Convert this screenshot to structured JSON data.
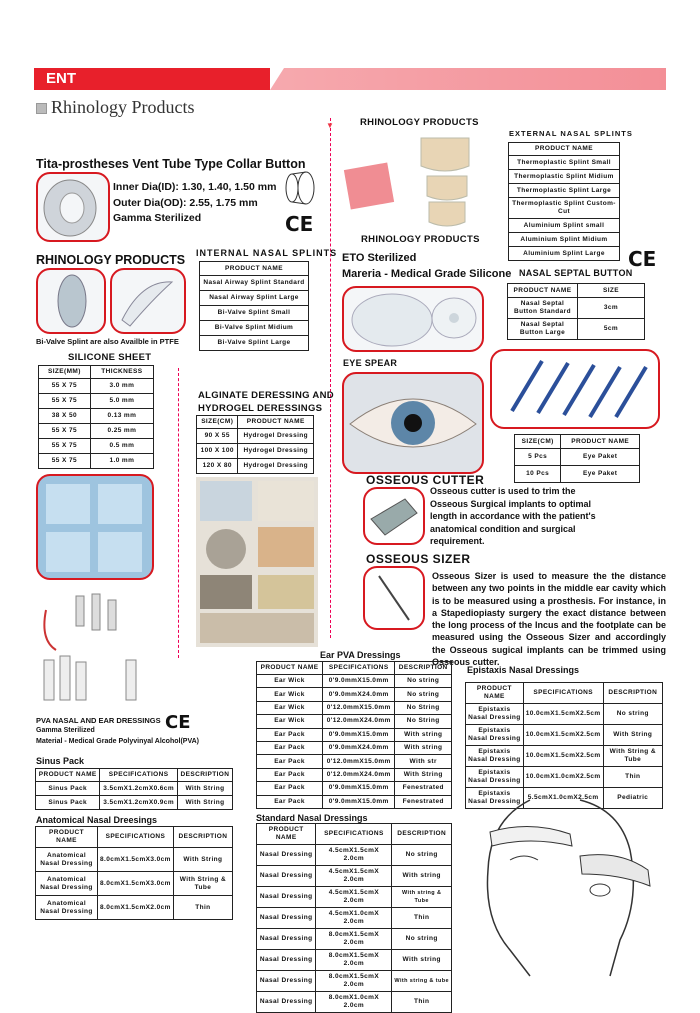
{
  "header": {
    "ent": "ENT",
    "section_title": "Rhinology Products"
  },
  "vent_tube": {
    "title": "Tita-prostheses Vent Tube Type Collar Button",
    "line1": "Inner Dia(ID): 1.30, 1.40, 1.50 mm",
    "line2": "Outer Dia(OD): 2.55, 1.75 mm",
    "line3": "Gamma Sterilized"
  },
  "ce_mark": "CE",
  "rhino_left": {
    "title": "RHINOLOGY PRODUCTS",
    "caption": "Bi-Valve Splint are also Availble in PTFE"
  },
  "internal_splints": {
    "title": "INTERNAL NASAL SPLINTS",
    "header": "PRODUCT NAME",
    "rows": [
      "Nasal Airway Splint Standard",
      "Nasal Airway Splint Large",
      "Bi-Valve Splint Small",
      "Bi-Valve Splint Midium",
      "Bi-Valve Splint Large"
    ]
  },
  "silicone_sheet": {
    "title": "SILICONE SHEET",
    "headers": [
      "SIZE(MM)",
      "THICKNESS"
    ],
    "rows": [
      [
        "55 X 75",
        "3.0 mm"
      ],
      [
        "55 X 75",
        "5.0 mm"
      ],
      [
        "38 X 50",
        "0.13 mm"
      ],
      [
        "55 X 75",
        "0.25 mm"
      ],
      [
        "55 X 75",
        "0.5 mm"
      ],
      [
        "55 X 75",
        "1.0 mm"
      ]
    ]
  },
  "alginate": {
    "title1": "ALGINATE DERESSING AND",
    "title2": "HYDROGEL DERESSINGS",
    "headers": [
      "SIZE(CM)",
      "PRODUCT NAME"
    ],
    "rows": [
      [
        "90 X 55",
        "Hydrogel Dressing"
      ],
      [
        "100 X 100",
        "Hydrogel Dressing"
      ],
      [
        "120 X 80",
        "Hydrogel Dressing"
      ]
    ]
  },
  "rhino_right": {
    "top_title": "RHINOLOGY PRODUCTS",
    "bottom_title": "RHINOLOGY PRODUCTS"
  },
  "external_splints": {
    "title": "EXTERNAL NASAL SPLINTS",
    "header": "PRODUCT NAME",
    "rows": [
      "Thermoplastic Splint Small",
      "Thermoplastic Splint Midium",
      "Thermoplastic Splint Large",
      "Thermoplastic Splint Custom-Cut",
      "Aluminium Splint small",
      "Aluminium Splint Midium",
      "Aluminium Splint Large"
    ]
  },
  "eto": {
    "line1": "ETO Sterilized",
    "line2": "Mareria - Medical Grade Silicone"
  },
  "septal_button": {
    "title": "NASAL SEPTAL BUTTON",
    "headers": [
      "PRODUCT NAME",
      "SIZE"
    ],
    "rows": [
      [
        "Nasal Septal Button Standard",
        "3cm"
      ],
      [
        "Nasal Septal Button Large",
        "5cm"
      ]
    ]
  },
  "eye_spear": {
    "title": "EYE SPEAR",
    "headers": [
      "SIZE(CM)",
      "PRODUCT NAME"
    ],
    "rows": [
      [
        "5 Pcs",
        "Eye Paket"
      ],
      [
        "10 Pcs",
        "Eye Paket"
      ]
    ]
  },
  "osseous_cutter": {
    "title": "OSSEOUS CUTTER",
    "text": "Osseous cutter is used to trim the Osseous Surgical implants to optimal length in accordance with the patient's anatomical condition and surgical requirement."
  },
  "osseous_sizer": {
    "title": "OSSEOUS SIZER",
    "text": "Osseous Sizer is used to measure the the distance between any two points in the middle ear cavity which is to be measured using a prosthesis. For instance, in a Stapediopiasty surgery the exact distance between the long process of the Incus and the footplate can be measured using the Osseous Sizer and accordingly the Osseous sugical implants can be trimmed using Osseous cutter."
  },
  "pva": {
    "title": "PVA NASAL AND EAR DRESSINGS",
    "line2": "Gamma Sterilized",
    "line3": "Material - Medical Grade Polyvinyal Alcohol(PVA)"
  },
  "sinus_pack": {
    "title": "Sinus Pack",
    "headers": [
      "PRODUCT NAME",
      "SPECIFICATIONS",
      "DESCRIPTION"
    ],
    "rows": [
      [
        "Sinus Pack",
        "3.5cmX1.2cmX0.6cm",
        "With String"
      ],
      [
        "Sinus Pack",
        "3.5cmX1.2cmX0.9cm",
        "With String"
      ]
    ]
  },
  "anatomical": {
    "title": "Anatomical Nasal Dreesings",
    "headers": [
      "PRODUCT NAME",
      "SPECIFICATIONS",
      "DESCRIPTION"
    ],
    "rows": [
      [
        "Anatomical Nasal Dressing",
        "8.0cmX1.5cmX3.0cm",
        "With String"
      ],
      [
        "Anatomical Nasal Dressing",
        "8.0cmX1.5cmX3.0cm",
        "With String & Tube"
      ],
      [
        "Anatomical Nasal Dressing",
        "8.0cmX1.5cmX2.0cm",
        "Thin"
      ]
    ]
  },
  "ear_pva": {
    "title": "Ear PVA Dressings",
    "headers": [
      "PRODUCT NAME",
      "SPECIFICATIONS",
      "DESCRIPTION"
    ],
    "rows": [
      [
        "Ear Wick",
        "0'9.0mmX15.0mm",
        "No string"
      ],
      [
        "Ear Wick",
        "0'9.0mmX24.0mm",
        "No string"
      ],
      [
        "Ear Wick",
        "0'12.0mmX15.0mm",
        "No String"
      ],
      [
        "Ear Wick",
        "0'12.0mmX24.0mm",
        "No String"
      ],
      [
        "Ear Pack",
        "0'9.0mmX15.0mm",
        "With string"
      ],
      [
        "Ear Pack",
        "0'9.0mmX24.0mm",
        "With string"
      ],
      [
        "Ear Pack",
        "0'12.0mmX15.0mm",
        "With str"
      ],
      [
        "Ear Pack",
        "0'12.0mmX24.0mm",
        "With String"
      ],
      [
        "Ear Pack",
        "0'9.0mmX15.0mm",
        "Fenestrated"
      ],
      [
        "Ear Pack",
        "0'9.0mmX15.0mm",
        "Fenestrated"
      ]
    ]
  },
  "standard_nasal": {
    "title": "Standard Nasal Dressings",
    "headers": [
      "PRODUCT NAME",
      "SPECIFICATIONS",
      "DESCRIPTION"
    ],
    "rows": [
      [
        "Nasal Dressing",
        "4.5cmX1.5cmX 2.0cm",
        "No string"
      ],
      [
        "Nasal Dressing",
        "4.5cmX1.5cmX 2.0cm",
        "With string"
      ],
      [
        "Nasal Dressing",
        "4.5cmX1.5cmX 2.0cm",
        "With string & Tube"
      ],
      [
        "Nasal Dressing",
        "4.5cmX1.0cmX 2.0cm",
        "Thin"
      ],
      [
        "Nasal Dressing",
        "8.0cmX1.5cmX 2.0cm",
        "No string"
      ],
      [
        "Nasal Dressing",
        "8.0cmX1.5cmX 2.0cm",
        "With string"
      ],
      [
        "Nasal Dressing",
        "8.0cmX1.5cmX 2.0cm",
        "With string & tube"
      ],
      [
        "Nasal Dressing",
        "8.0cmX1.0cmX 2.0cm",
        "Thin"
      ]
    ]
  },
  "epistaxis": {
    "title": "Epistaxis Nasal Dressings",
    "headers": [
      "PRODUCT NAME",
      "SPECIFICATIONS",
      "DESCRIPTION"
    ],
    "rows": [
      [
        "Epistaxis Nasal Dressing",
        "10.0cmX1.5cmX2.5cm",
        "No string"
      ],
      [
        "Epistaxis Nasal Dressing",
        "10.0cmX1.5cmX2.5cm",
        "With String"
      ],
      [
        "Epistaxis Nasal Dressing",
        "10.0cmX1.5cmX2.5cm",
        "With String & Tube"
      ],
      [
        "Epistaxis Nasal Dressing",
        "10.0cmX1.0cmX2.5cm",
        "Thin"
      ],
      [
        "Epistaxis Nasal Dressing",
        "5.5cmX1.0cmX2.5cm",
        "Pediatric"
      ]
    ]
  },
  "colors": {
    "brand_red": "#e8202b",
    "pink": "#f6a9ae"
  }
}
